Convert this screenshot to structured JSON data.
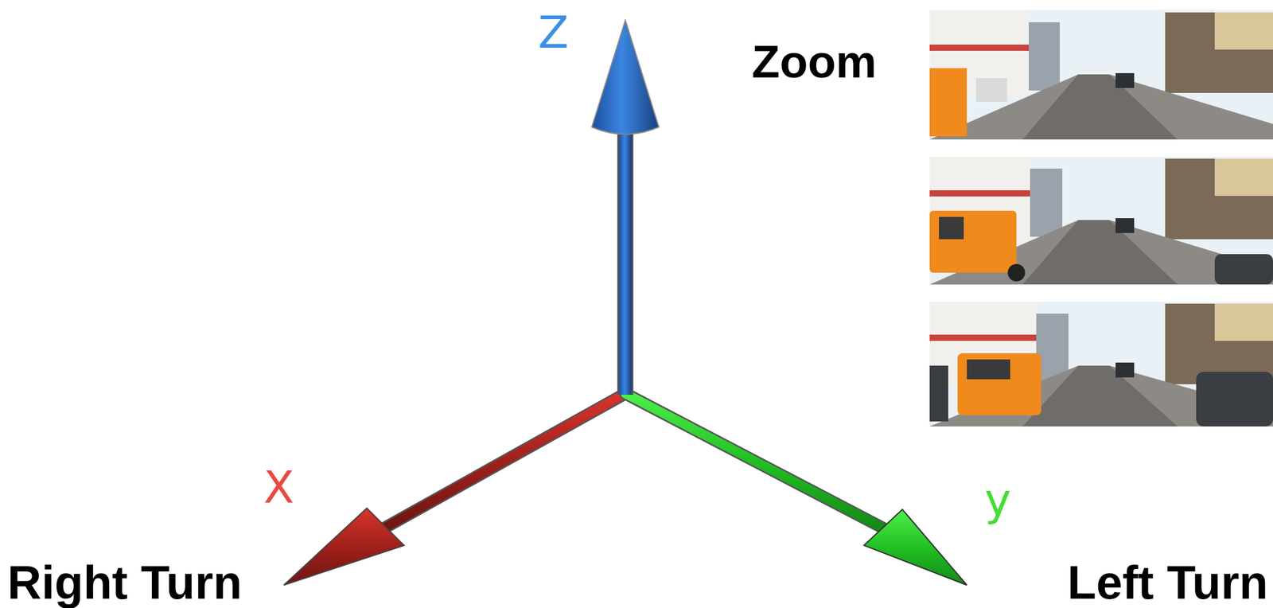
{
  "diagram": {
    "labels": [
      "Z",
      "Zoom",
      "X",
      "y",
      "Right Turn",
      "Left Turn"
    ]
  }
}
